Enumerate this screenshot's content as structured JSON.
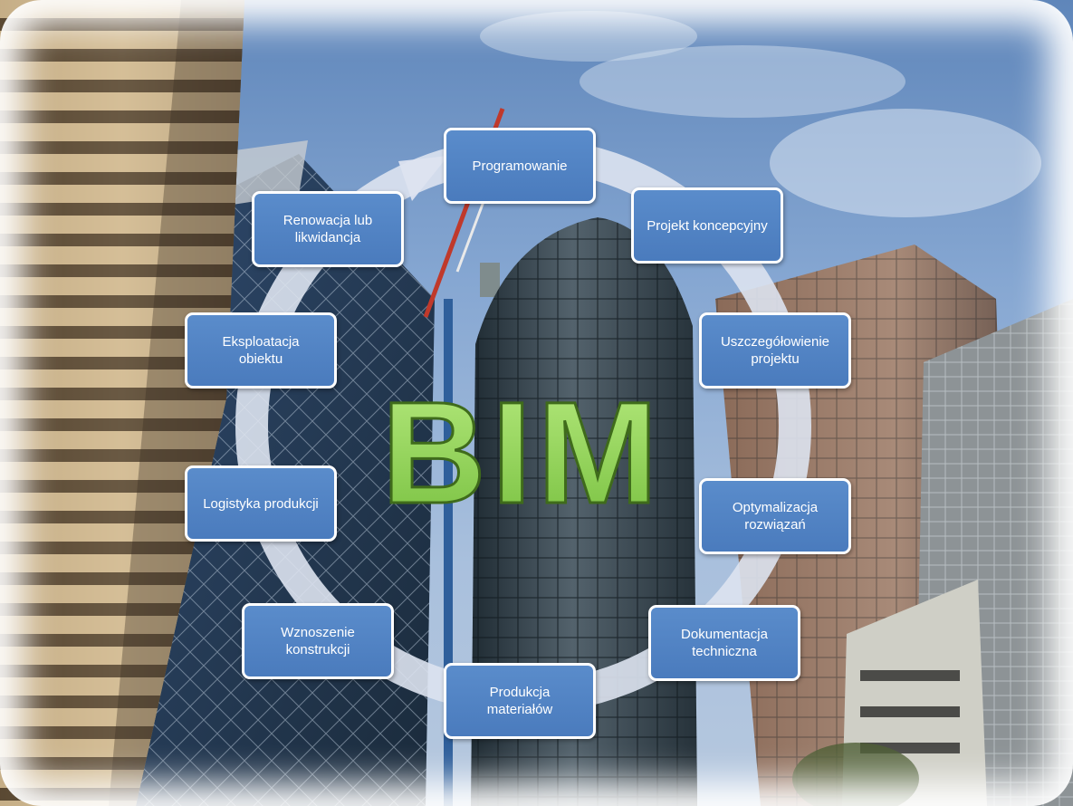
{
  "diagram": {
    "center_label": "BIM",
    "stages": [
      {
        "id": "programowanie",
        "label": "Programowanie"
      },
      {
        "id": "projekt-koncepcyjny",
        "label": "Projekt koncepcyjny"
      },
      {
        "id": "uszczegolowienie",
        "label": "Uszczegółowienie\nprojektu"
      },
      {
        "id": "optymalizacja",
        "label": "Optymalizacja\nrozwiązań"
      },
      {
        "id": "dokumentacja",
        "label": "Dokumentacja\ntechniczna"
      },
      {
        "id": "produkcja",
        "label": "Produkcja\nmateriałów"
      },
      {
        "id": "wznoszenie",
        "label": "Wznoszenie\nkonstrukcji"
      },
      {
        "id": "logistyka",
        "label": "Logistyka produkcji"
      },
      {
        "id": "eksploatacja",
        "label": "Eksploatacja\nobiektu"
      },
      {
        "id": "renowacja",
        "label": "Renowacja lub\nlikwidancja"
      }
    ]
  },
  "colors": {
    "node_fill": "#4f81bd",
    "node_border": "#ffffff",
    "cycle_ring": "#d6dcec",
    "bim_text": "#8fd158",
    "bim_outline": "#4e7a22"
  }
}
